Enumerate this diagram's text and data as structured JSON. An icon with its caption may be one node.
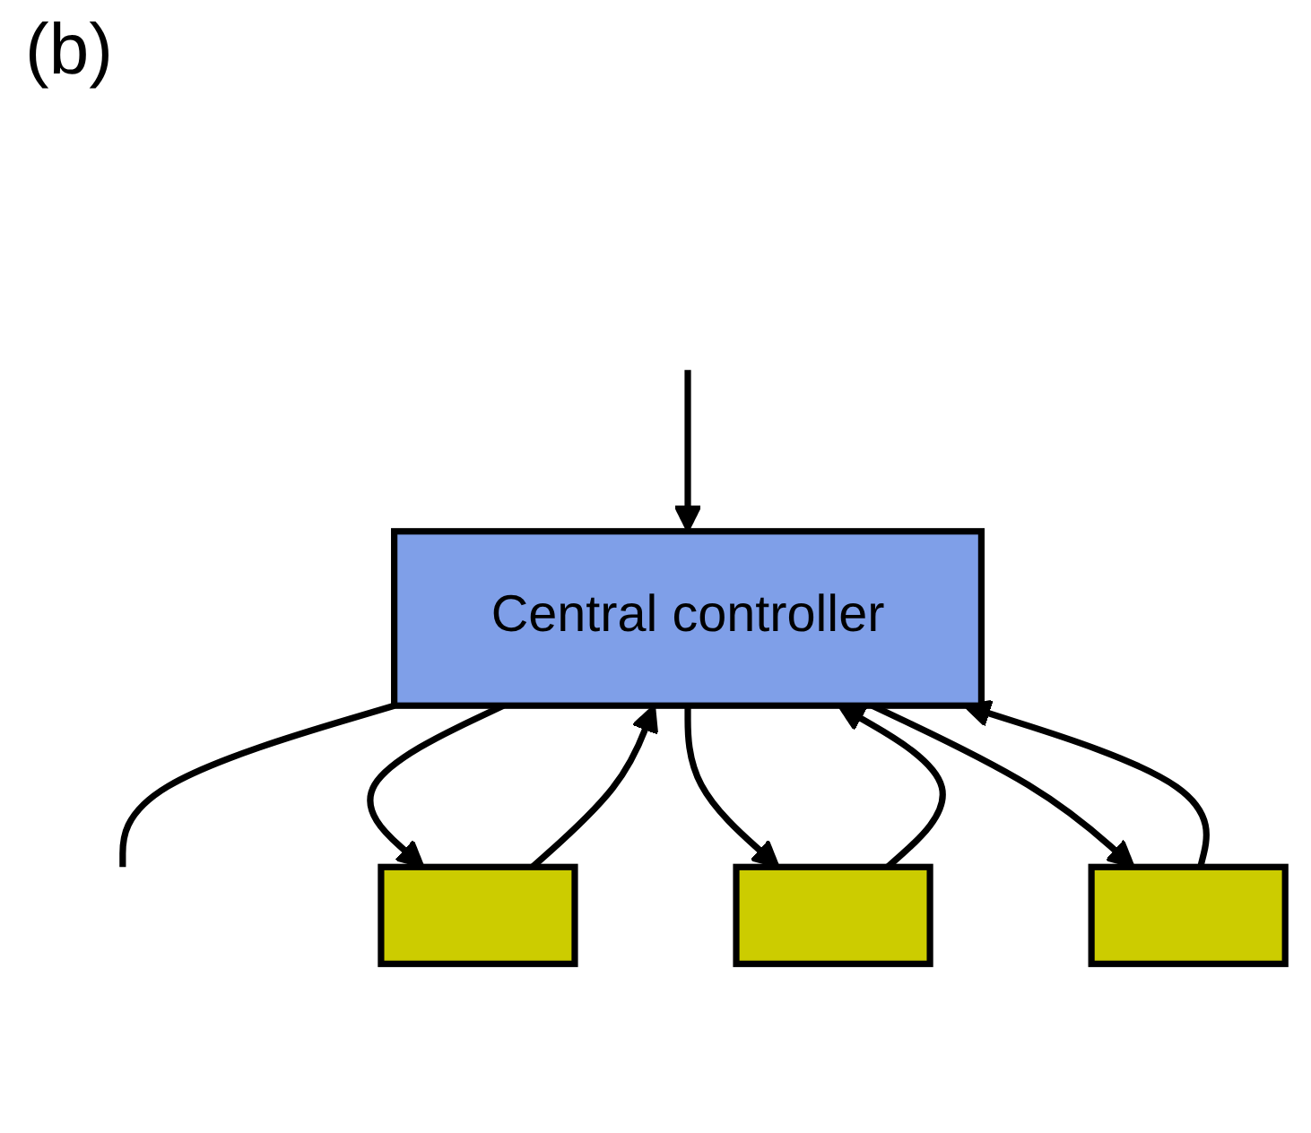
{
  "diagram": {
    "nodes": [
      {
        "text": [
          "Central controller"
        ]
      },
      {
        "text": [],
        "shape": "box"
      },
      {
        "text": [],
        "shape": "box"
      },
      {
        "text": [],
        "shape": "box"
      }
    ],
    "edges": [
      {
        "from": null,
        "to": 0,
        "arrow": "to"
      },
      {
        "from": 0,
        "to": null,
        "arrow": "none"
      },
      {
        "from": 0,
        "to": 1,
        "arrow": "to"
      },
      {
        "from": 1,
        "to": 0,
        "arrow": "to"
      },
      {
        "from": 0,
        "to": 2,
        "arrow": "to"
      },
      {
        "from": 2,
        "to": 0,
        "arrow": "to"
      },
      {
        "from": 0,
        "to": 3,
        "arrow": "to"
      },
      {
        "from": 3,
        "to": 0,
        "arrow": "to"
      }
    ],
    "labels": [
      "(b)"
    ]
  }
}
